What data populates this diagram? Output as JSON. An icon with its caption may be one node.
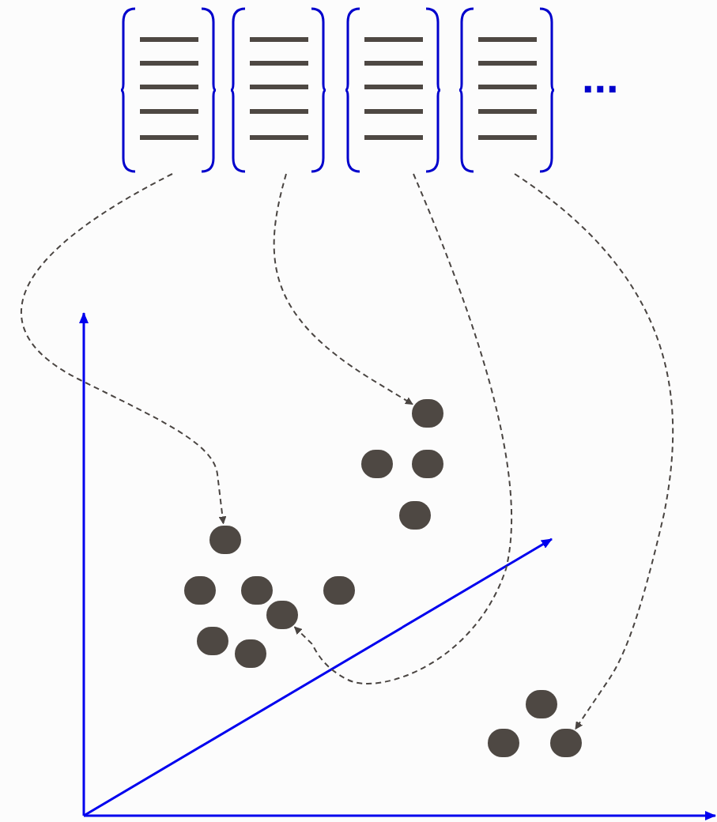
{
  "diagram": {
    "nodes": [
      {
        "text": [],
        "shape": "box"
      },
      {
        "text": [],
        "shape": "box"
      },
      {
        "text": [],
        "shape": "box"
      },
      {
        "text": [],
        "shape": "box"
      },
      {
        "text": [],
        "shape": "circle"
      },
      {
        "text": [],
        "shape": "circle"
      },
      {
        "text": [],
        "shape": "circle"
      },
      {
        "text": [],
        "shape": "circle"
      },
      {
        "text": [],
        "shape": "circle"
      },
      {
        "text": [],
        "shape": "circle"
      },
      {
        "text": [],
        "shape": "circle"
      },
      {
        "text": [],
        "shape": "circle"
      },
      {
        "text": [],
        "shape": "circle"
      },
      {
        "text": [],
        "shape": "circle"
      },
      {
        "text": [],
        "shape": "circle"
      },
      {
        "text": [],
        "shape": "circle"
      },
      {
        "text": [],
        "shape": "circle"
      },
      {
        "text": [],
        "shape": "circle"
      }
    ],
    "edges": [
      {
        "from": 0,
        "to": 8,
        "arrow": "to",
        "style": "dashed"
      },
      {
        "from": 1,
        "to": 4,
        "arrow": "to",
        "style": "dashed"
      },
      {
        "from": 2,
        "to": 12,
        "arrow": "to",
        "style": "dashed"
      },
      {
        "from": 3,
        "to": 17,
        "arrow": "to",
        "style": "dashed"
      }
    ],
    "labels": [
      "..."
    ]
  }
}
